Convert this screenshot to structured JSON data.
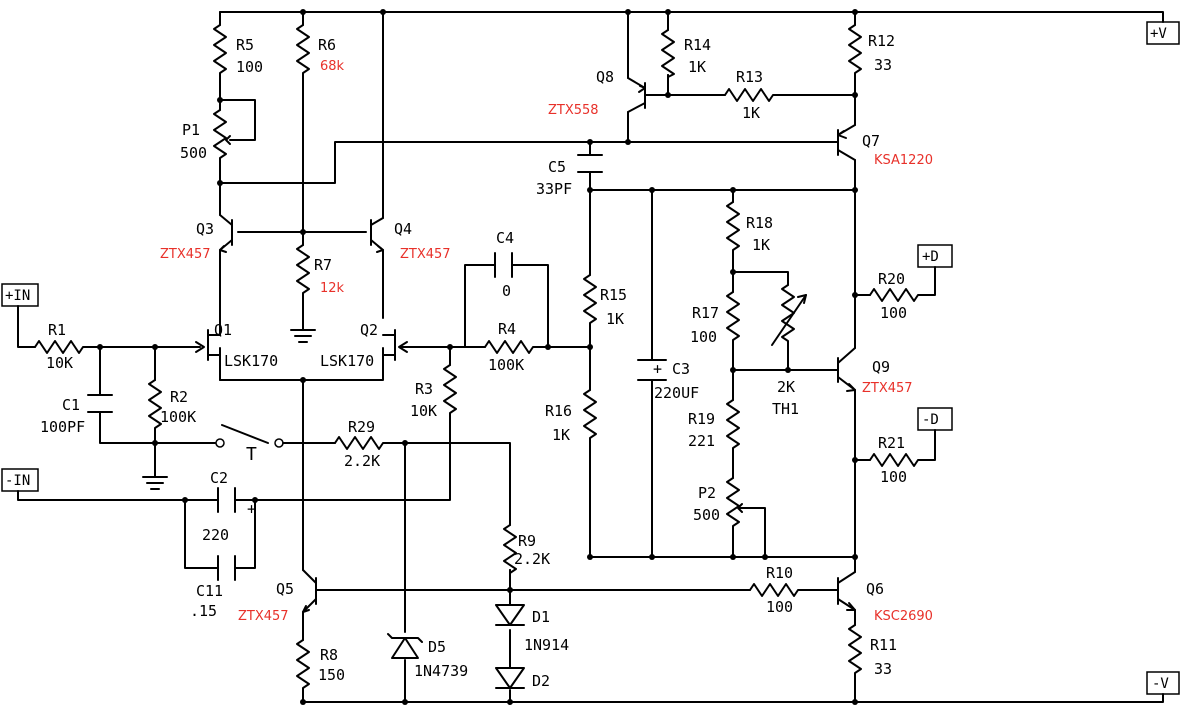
{
  "ports": {
    "pos_in": "+IN",
    "neg_in": "-IN",
    "pos_v": "+V",
    "neg_v": "-V",
    "pos_d": "+D",
    "neg_d": "-D"
  },
  "resistors": {
    "r1": {
      "ref": "R1",
      "val": "10K"
    },
    "r2": {
      "ref": "R2",
      "val": "100K"
    },
    "r3": {
      "ref": "R3",
      "val": "10K"
    },
    "r4": {
      "ref": "R4",
      "val": "100K"
    },
    "r5": {
      "ref": "R5",
      "val": "100"
    },
    "r6": {
      "ref": "R6",
      "val": "68k"
    },
    "r7": {
      "ref": "R7",
      "val": "12k"
    },
    "r8": {
      "ref": "R8",
      "val": "150"
    },
    "r9": {
      "ref": "R9",
      "val": "2.2K"
    },
    "r10": {
      "ref": "R10",
      "val": "100"
    },
    "r11": {
      "ref": "R11",
      "val": "33"
    },
    "r12": {
      "ref": "R12",
      "val": "33"
    },
    "r13": {
      "ref": "R13",
      "val": "1K"
    },
    "r14": {
      "ref": "R14",
      "val": "1K"
    },
    "r15": {
      "ref": "R15",
      "val": "1K"
    },
    "r16": {
      "ref": "R16",
      "val": "1K"
    },
    "r17": {
      "ref": "R17",
      "val": "100"
    },
    "r18": {
      "ref": "R18",
      "val": "1K"
    },
    "r19": {
      "ref": "R19",
      "val": "221"
    },
    "r20": {
      "ref": "R20",
      "val": "100"
    },
    "r21": {
      "ref": "R21",
      "val": "100"
    },
    "r29": {
      "ref": "R29",
      "val": "2.2K"
    }
  },
  "pots": {
    "p1": {
      "ref": "P1",
      "val": "500"
    },
    "p2": {
      "ref": "P2",
      "val": "500"
    },
    "th1": {
      "ref": "TH1",
      "val": "2K"
    }
  },
  "capacitors": {
    "c1": {
      "ref": "C1",
      "val": "100PF"
    },
    "c2": {
      "ref": "C2",
      "val": "220"
    },
    "c3": {
      "ref": "C3",
      "val": "220UF"
    },
    "c4": {
      "ref": "C4",
      "val": "0"
    },
    "c5": {
      "ref": "C5",
      "val": "33PF"
    },
    "c11": {
      "ref": "C11",
      "val": ".15"
    }
  },
  "transistors": {
    "q1": {
      "ref": "Q1",
      "part": "LSK170"
    },
    "q2": {
      "ref": "Q2",
      "part": "LSK170"
    },
    "q3": {
      "ref": "Q3",
      "part": "ZTX457"
    },
    "q4": {
      "ref": "Q4",
      "part": "ZTX457"
    },
    "q5": {
      "ref": "Q5",
      "part": "ZTX457"
    },
    "q6": {
      "ref": "Q6",
      "part": "KSC2690"
    },
    "q7": {
      "ref": "Q7",
      "part": "KSA1220"
    },
    "q8": {
      "ref": "Q8",
      "part": "ZTX558"
    },
    "q9": {
      "ref": "Q9",
      "part": "ZTX457"
    }
  },
  "diodes": {
    "d1": {
      "ref": "D1",
      "part": "1N914"
    },
    "d2": {
      "ref": "D2"
    },
    "d5": {
      "ref": "D5",
      "part": "1N4739"
    }
  },
  "switch": {
    "ref": "T"
  },
  "colors": {
    "wire": "#000000",
    "part_number": "#e8312a",
    "background": "#ffffff"
  }
}
